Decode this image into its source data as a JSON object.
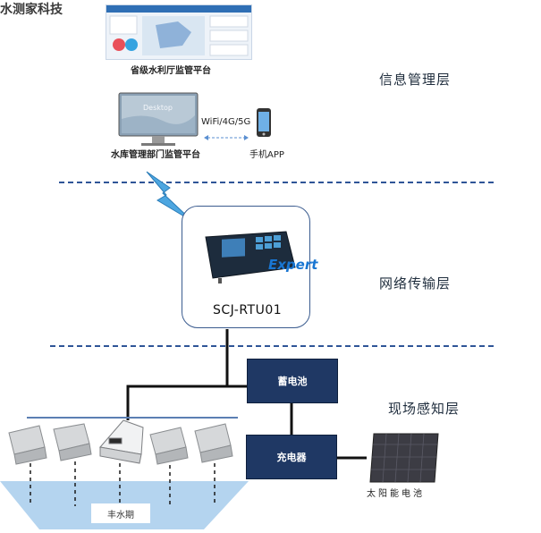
{
  "watermark": "水测家科技",
  "layers": {
    "info": "信息管理层",
    "network": "网络传输层",
    "field": "现场感知层"
  },
  "platforms": {
    "province": "省级水利厅监管平台",
    "reservoir": "水库管理部门监管平台",
    "mobile": "手机APP",
    "link": "WiFi/4G/5G",
    "monitor_screen": "Desktop"
  },
  "rtu": {
    "label": "SCJ-RTU01",
    "brand": "Expert"
  },
  "equipment": {
    "battery": "蓄电池",
    "charger": "充电器",
    "solar": "太阳能电池"
  },
  "river": {
    "label": "丰水期"
  },
  "colors": {
    "dash": "#2f5597",
    "box": "#1f3864",
    "lightning": "#4da6e0",
    "water": "#b4d4ef"
  }
}
